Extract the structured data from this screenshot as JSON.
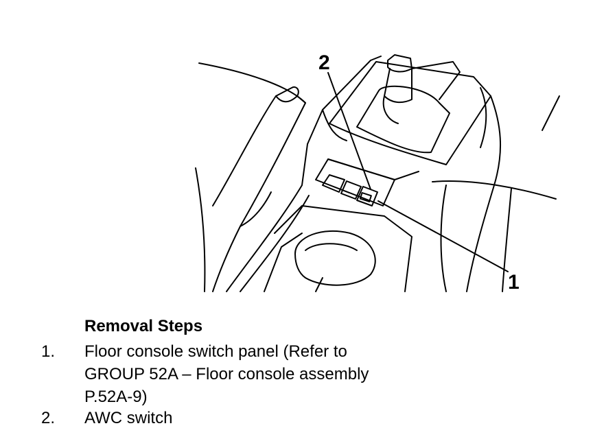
{
  "callouts": {
    "one": "1",
    "two": "2"
  },
  "removal_steps": {
    "title": "Removal Steps",
    "items": [
      {
        "number": "1.",
        "text": "Floor console switch panel (Refer to GROUP 52A – Floor console assembly P.52A-9)"
      },
      {
        "number": "2.",
        "text": "AWC switch"
      }
    ]
  },
  "colors": {
    "line": "#000000",
    "background": "#ffffff"
  }
}
